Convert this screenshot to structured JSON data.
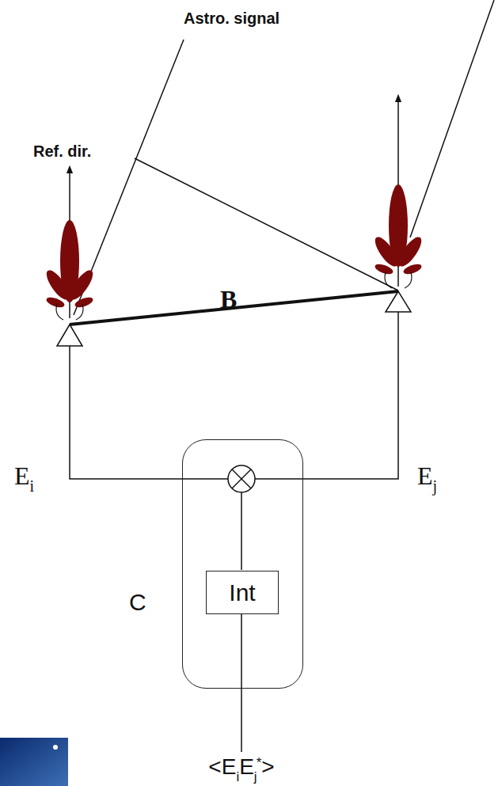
{
  "diagram": {
    "nodes": [
      {
        "text": [
          "C"
        ]
      },
      {
        "text": [
          "Int"
        ],
        "in": 0
      }
    ],
    "labels": [
      "Astro. signal",
      "Ref. dir.",
      "B",
      "E",
      "i",
      "E",
      "j",
      "<E",
      "i",
      "E",
      "j",
      "*",
      ">"
    ]
  }
}
